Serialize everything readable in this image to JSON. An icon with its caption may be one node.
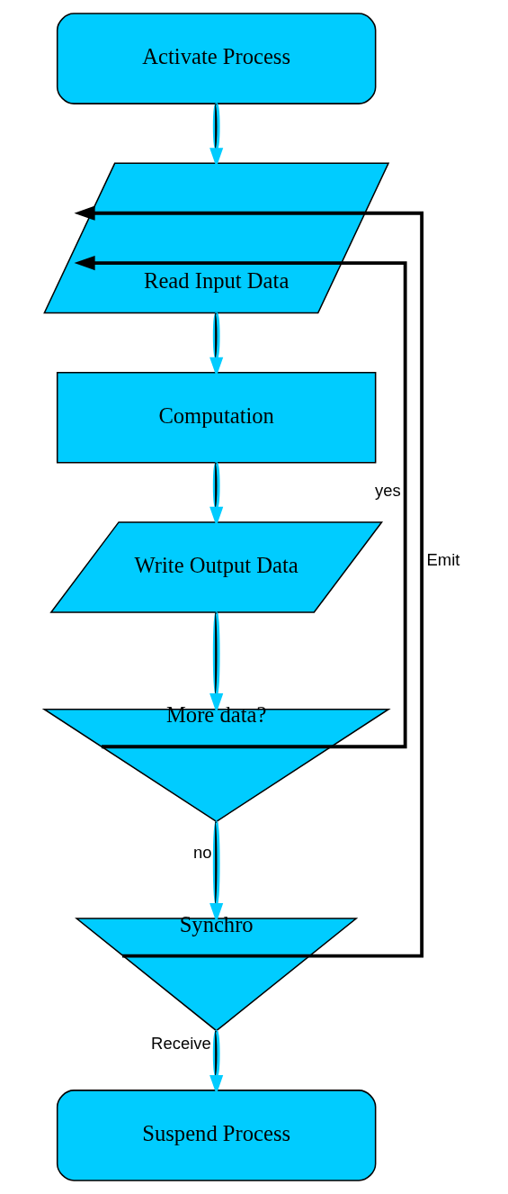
{
  "diagram": {
    "nodes": [
      {
        "text": [
          "Activate Process"
        ]
      },
      {
        "text": [
          "Read Input Data"
        ]
      },
      {
        "text": [
          "Computation"
        ]
      },
      {
        "text": [
          "Write Output Data"
        ]
      },
      {
        "text": [
          "More data?"
        ]
      },
      {
        "text": [
          "Synchro"
        ]
      },
      {
        "text": [
          "Suspend Process"
        ]
      }
    ],
    "edges": [
      {
        "from": 0,
        "to": 1,
        "arrow": "to"
      },
      {
        "from": 1,
        "to": 2,
        "arrow": "to"
      },
      {
        "from": 2,
        "to": 3,
        "arrow": "to"
      },
      {
        "from": 3,
        "to": 4,
        "arrow": "to"
      },
      {
        "from": 4,
        "to": 5,
        "arrow": "to",
        "label": "no"
      },
      {
        "from": 5,
        "to": 6,
        "arrow": "to",
        "label": "Receive"
      },
      {
        "from": 4,
        "to": 1,
        "arrow": "to",
        "label": "yes",
        "color": "#000000"
      },
      {
        "from": 5,
        "to": 1,
        "arrow": "to",
        "label": "Emit",
        "color": "#000000"
      }
    ]
  }
}
